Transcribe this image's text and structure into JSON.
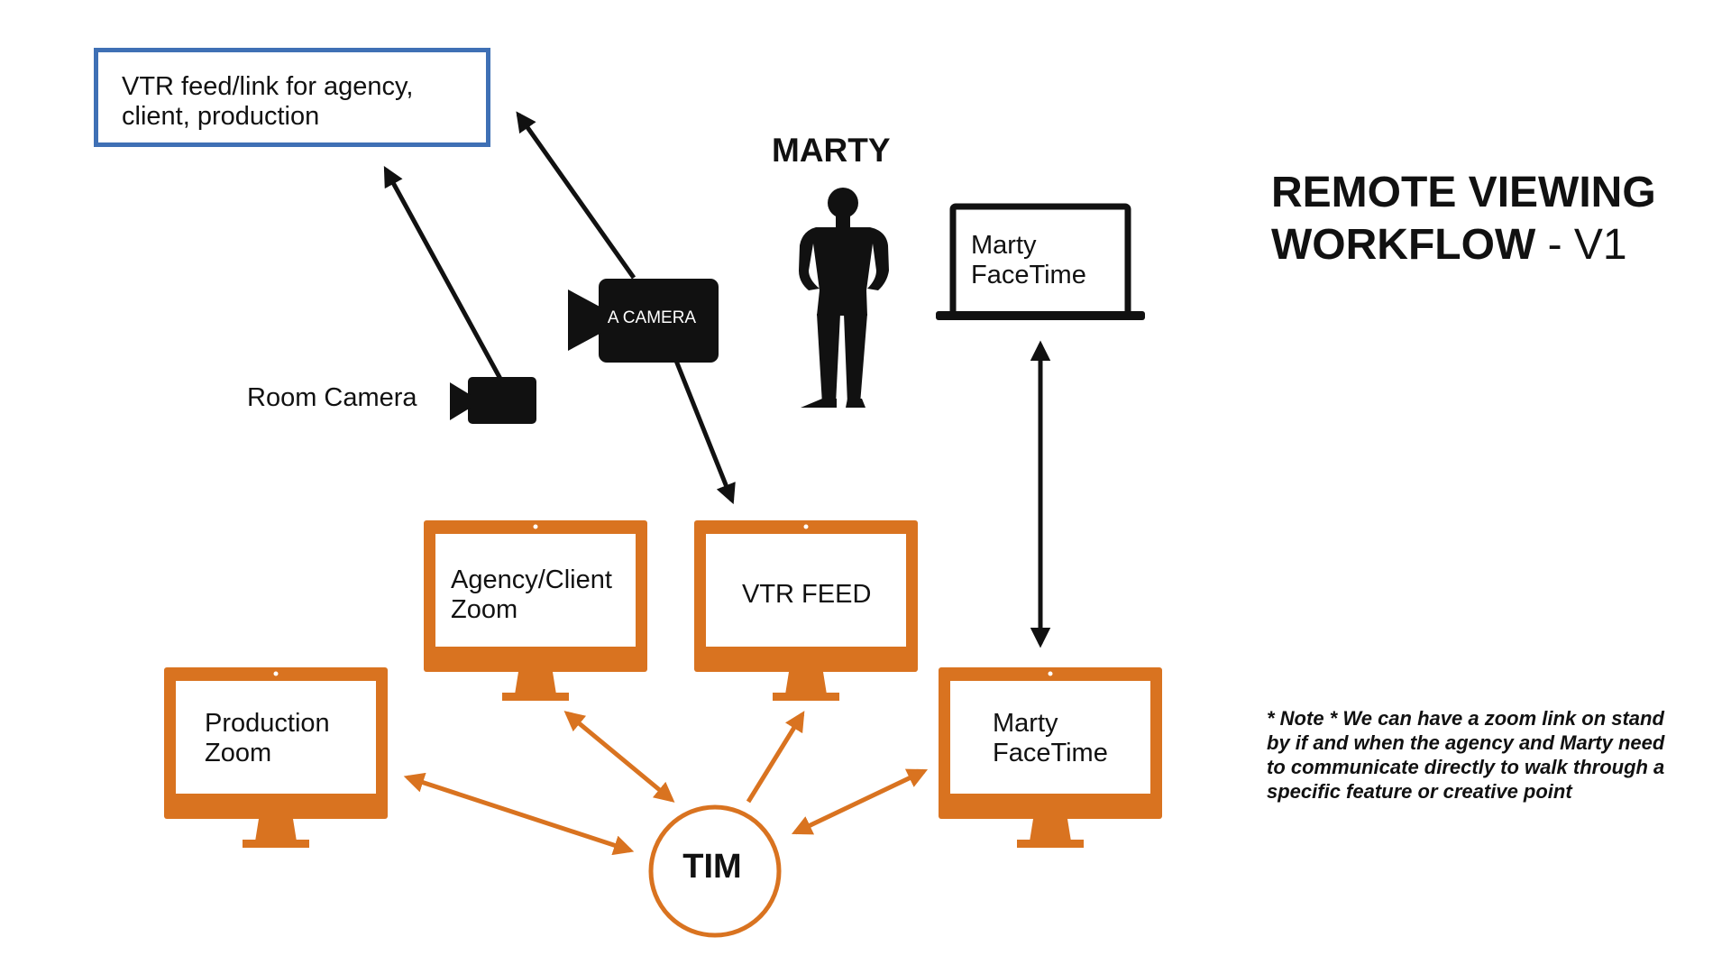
{
  "vtr_box": {
    "line1": "VTR feed/link for agency,",
    "line2": "client, production"
  },
  "room_camera": {
    "label": "Room Camera"
  },
  "a_camera": {
    "label": "A CAMERA"
  },
  "marty": {
    "label": "MARTY"
  },
  "laptop": {
    "line1": "Marty",
    "line2": "FaceTime"
  },
  "title": {
    "line1": "REMOTE VIEWING",
    "line2": "WORKFLOW",
    "suffix": " - V1"
  },
  "monitors": {
    "agency": {
      "line1": "Agency/Client",
      "line2": "Zoom"
    },
    "vtr_feed": {
      "line1": "VTR FEED"
    },
    "production": {
      "line1": "Production",
      "line2": "Zoom"
    },
    "facetime": {
      "line1": "Marty",
      "line2": "FaceTime"
    }
  },
  "tim": {
    "label": "TIM"
  },
  "note": {
    "text": "* Note * We can have a zoom link on stand by if and when the agency and Marty need to communicate directly to walk through a specific feature or creative point"
  },
  "colors": {
    "orange": "#d97320",
    "blue": "#3f70b5",
    "black": "#111111"
  }
}
